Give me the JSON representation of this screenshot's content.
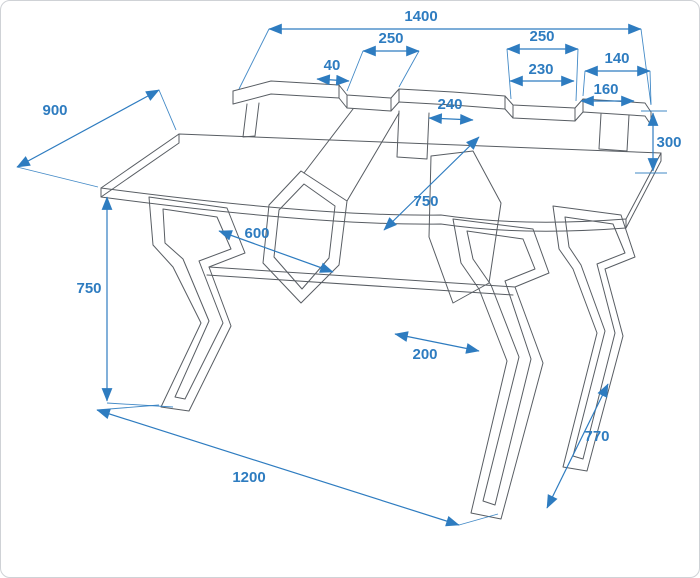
{
  "colors": {
    "dimension": "#2e7cc0",
    "wireframe": "#585d63",
    "background": "#ffffff"
  },
  "drawing": {
    "kind": "desk-dimension-wireframe"
  },
  "dimensions": {
    "d1400": "1400",
    "d250_left": "250",
    "d40": "40",
    "d250_right": "250",
    "d140": "140",
    "d230": "230",
    "d160": "160",
    "d240": "240",
    "d300": "300",
    "d900": "900",
    "d750_inner": "750",
    "d600": "600",
    "d750_height": "750",
    "d200": "200",
    "d1200": "1200",
    "d770": "770"
  }
}
